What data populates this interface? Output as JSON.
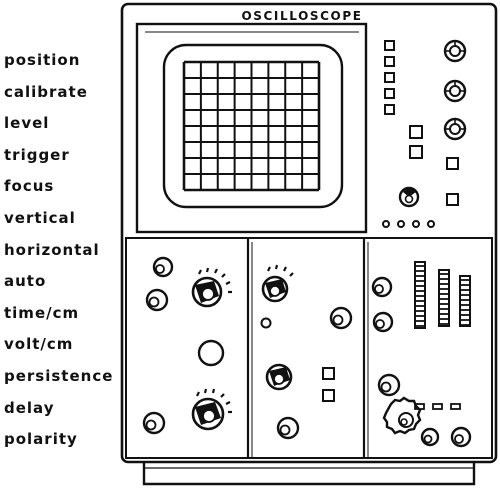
{
  "title": "OSCILLOSCOPE",
  "labels": [
    "position",
    "calibrate",
    "level",
    "trigger",
    "focus",
    "vertical",
    "horizontal",
    "auto",
    "time/cm",
    "volt/cm",
    "persistence",
    "delay",
    "polarity"
  ],
  "colors": {
    "ink": "#111111",
    "paper": "#ffffff"
  }
}
